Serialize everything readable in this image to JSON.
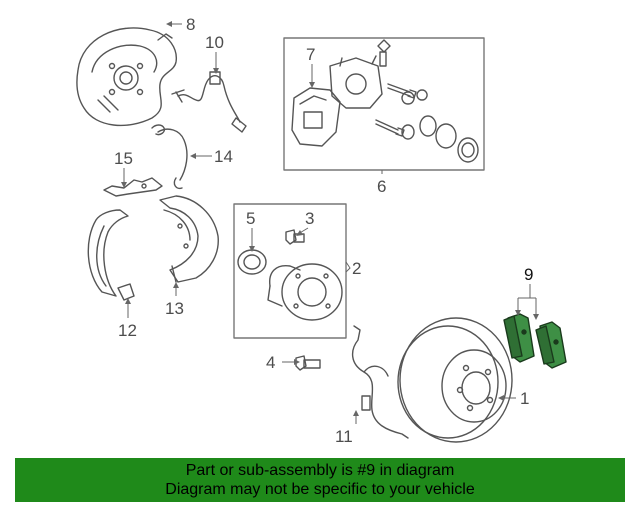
{
  "callouts": {
    "c1": "1",
    "c2": "2",
    "c3": "3",
    "c4": "4",
    "c5": "5",
    "c6": "6",
    "c7": "7",
    "c8": "8",
    "c9": "9",
    "c10": "10",
    "c11": "11",
    "c12": "12",
    "c13": "13",
    "c14": "14",
    "c15": "15"
  },
  "banner": {
    "line1": "Part or sub-assembly is #9 in diagram",
    "line2": "Diagram may not be specific to your vehicle"
  },
  "colors": {
    "highlight_part": "#3e8f45",
    "banner_bg": "#1f8a1a",
    "line_art": "#555555"
  }
}
